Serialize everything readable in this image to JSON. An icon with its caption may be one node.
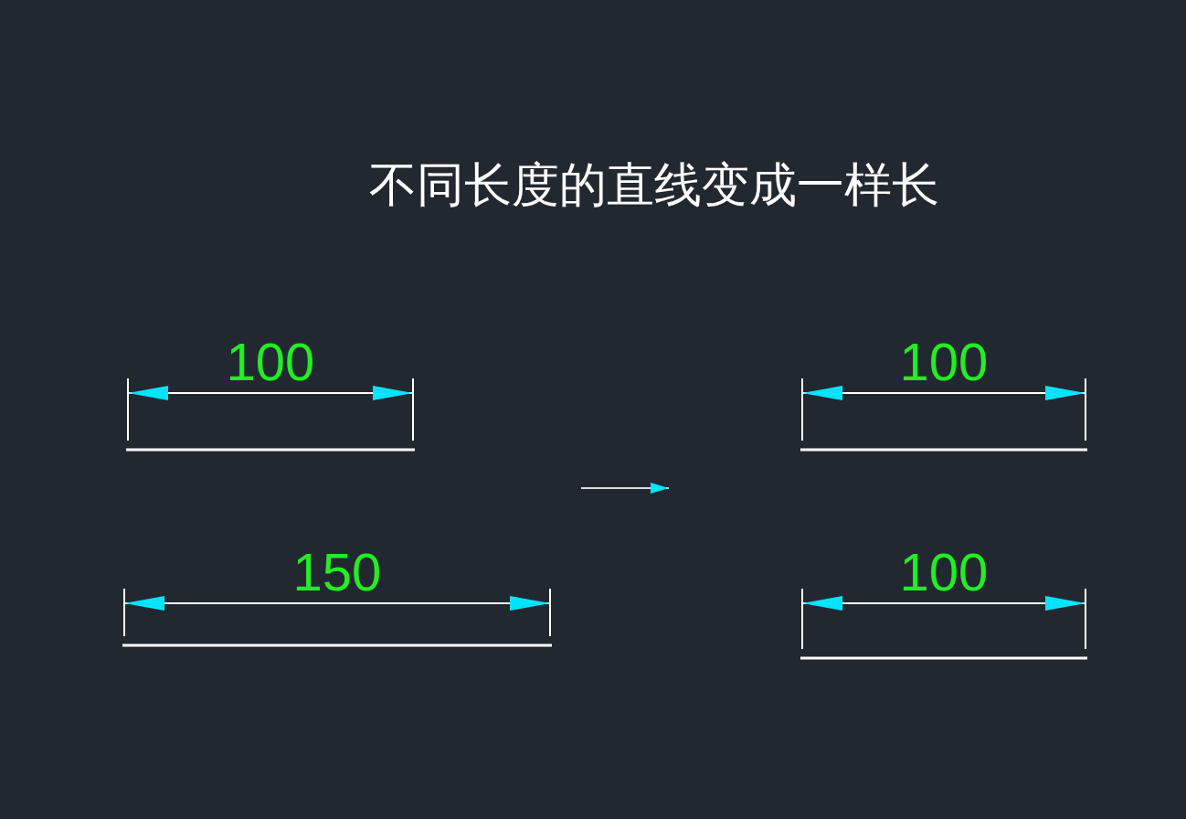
{
  "diagram": {
    "title": "不同长度的直线变成一样长",
    "labels": [
      "100",
      "150",
      "100",
      "100"
    ]
  }
}
